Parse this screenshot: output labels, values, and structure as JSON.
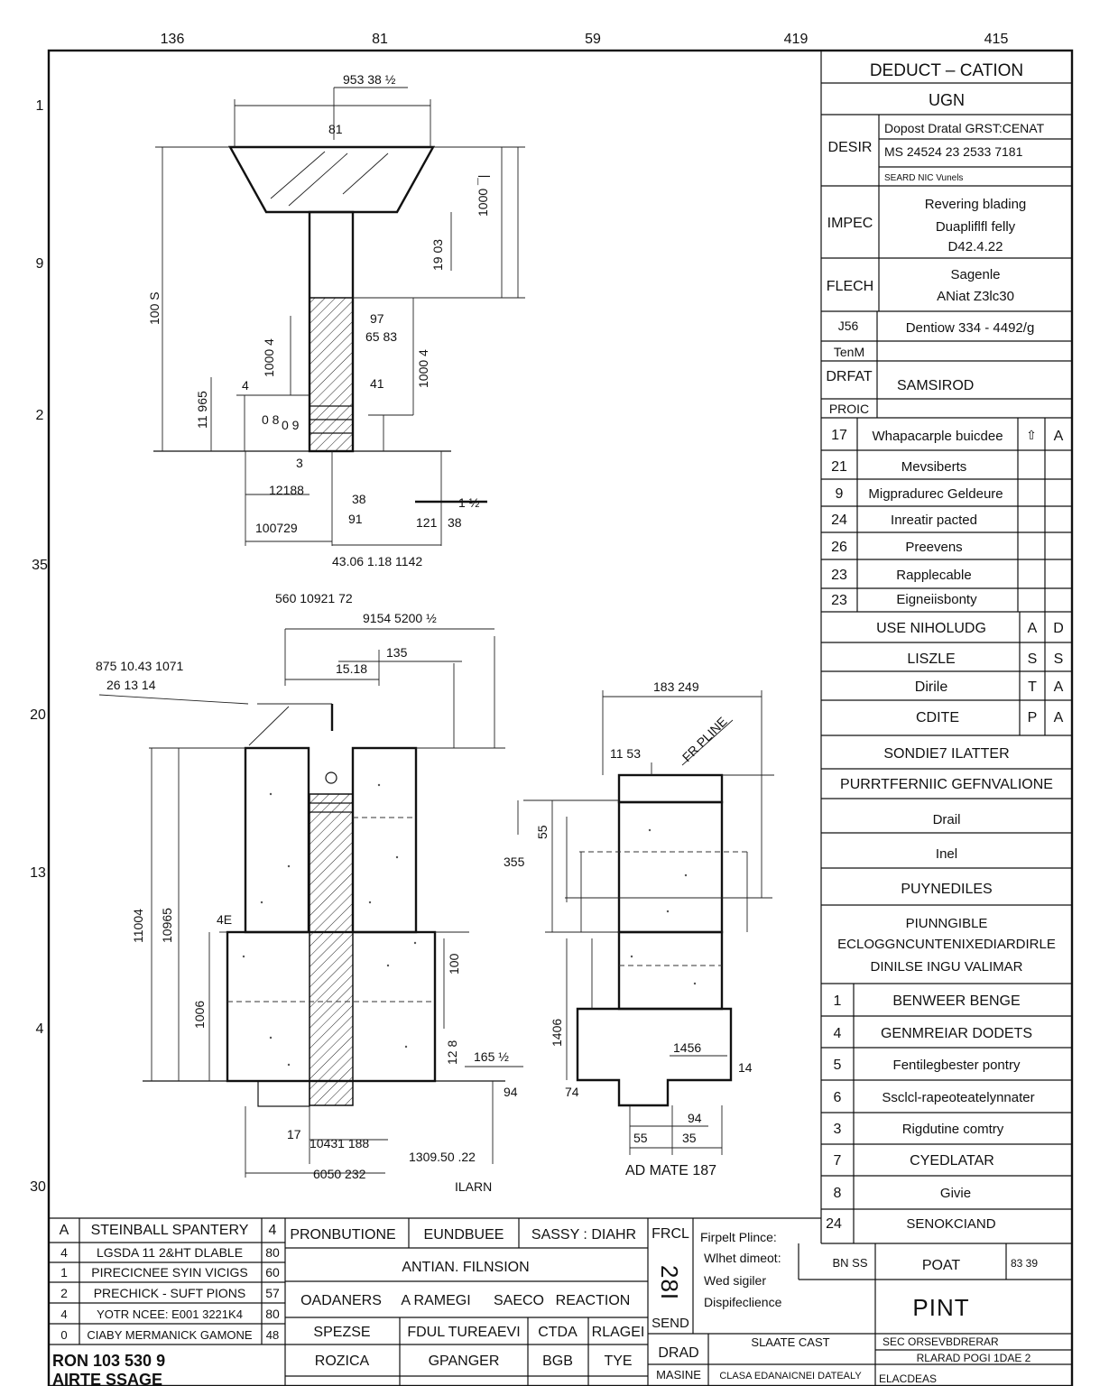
{
  "top_numbers": [
    "136",
    "81",
    "59",
    "419",
    "415"
  ],
  "side_numbers": [
    "1",
    "9",
    "2",
    "35",
    "20",
    "13",
    "4",
    "30"
  ],
  "title_block": {
    "header": "DEDUCT – CATION",
    "subheader": "UGN",
    "desir_label": "DESIR",
    "desir_lines": [
      "Dopost Dratal GRST:CENAT",
      "MS 24524  23 2533 7181",
      "SEARD NIC Vunels"
    ],
    "impec_label": "IMPEC",
    "impec_lines": [
      "Revering blading",
      "Duapliflfl felly",
      "D42.4.22"
    ],
    "flech_label": "FLECH",
    "flech_lines": [
      "Sagenle",
      "ANiat Z3lc30"
    ],
    "j56_label": "J56",
    "j56_value": "Dentiow 334 - 4492/g",
    "tenm_label": "TenM",
    "drfat_label": "DRFAT",
    "drfat_value": "SAMSIROD",
    "proic_label": "PROIC",
    "rev_rows": [
      {
        "num": "17",
        "desc": "Whapacarple buicdee",
        "c1": "⇧",
        "c2": "A"
      },
      {
        "num": "21",
        "desc": "Mevsiberts",
        "c1": "",
        "c2": ""
      },
      {
        "num": "9",
        "desc": "Migpradurec Geldeure",
        "c1": "",
        "c2": ""
      },
      {
        "num": "24",
        "desc": "Inreatir pacted",
        "c1": "",
        "c2": ""
      },
      {
        "num": "26",
        "desc": "Preevens",
        "c1": "",
        "c2": ""
      },
      {
        "num": "23",
        "desc": "Rapplecable",
        "c1": "",
        "c2": ""
      },
      {
        "num": "23",
        "desc": "Eigneiisbonty",
        "c1": "",
        "c2": ""
      }
    ],
    "use_rows": [
      {
        "label": "USE NIHOLUDG",
        "c1": "A",
        "c2": "D"
      },
      {
        "label": "LISZLE",
        "c1": "S",
        "c2": "S"
      },
      {
        "label": "Dirile",
        "c1": "T",
        "c2": "A"
      },
      {
        "label": "CDITE",
        "c1": "P",
        "c2": "A"
      }
    ],
    "notes": [
      "SONDIE7   ILATTER",
      "PURRTFERNIIC GEFNVALIONE",
      "Drail",
      "Inel",
      "PUYNEDILES"
    ],
    "note_multi": [
      "PIUNNGIBLE",
      "ECLOGGNCUNTENIXEDIARDIRLE",
      "DINILSE INGU VALIMAR"
    ],
    "parts": [
      {
        "num": "1",
        "desc": "BENWEER BENGE"
      },
      {
        "num": "4",
        "desc": "GENMREIAR DODETS"
      },
      {
        "num": "5",
        "desc": "Fentilegbester pontry"
      },
      {
        "num": "6",
        "desc": "Ssclcl-rapeoteatelynnater"
      },
      {
        "num": "3",
        "desc": "Rigdutine comtry"
      },
      {
        "num": "7",
        "desc": "CYEDLATAR"
      },
      {
        "num": "8",
        "desc": "Givie"
      },
      {
        "num": "24",
        "desc": "SENOKCIAND"
      }
    ]
  },
  "bottom_table": {
    "rows": [
      {
        "c1": "A",
        "c2": "STEINBALL SPANTERY",
        "c3": "4"
      },
      {
        "c1": "4",
        "c2": "LGSDA  11 2&HT DLABLE",
        "c3": "80"
      },
      {
        "c1": "1",
        "c2": "PIRECICNEE SYIN VICIGS",
        "c3": "60"
      },
      {
        "c1": "2",
        "c2": "PRECHICK - SUFT PIONS",
        "c3": "57"
      },
      {
        "c1": "4",
        "c2": "YOTR NCEE: E001 3221K4",
        "c3": "80"
      },
      {
        "c1": "0",
        "c2": "CIABY MERMANICK GAMONE",
        "c3": "48"
      }
    ],
    "footer_line1": "RON 103 530 9",
    "footer_line2": "AIRTE SSAGE",
    "mid_headers": [
      "PRONBUTIONE",
      "EUNDBUEE",
      "SASSY : DIAHR"
    ],
    "mid_title": "ANTIAN.  FILNSION",
    "mid_row": [
      "OADANERS",
      "A RAMEGI",
      "SAECO",
      "REACTION"
    ],
    "mid_cols": [
      "SPEZSE",
      "FDUL  TUREAEVI",
      "CTDA",
      "RLAGEI"
    ],
    "mid_vals": [
      "ROZICA",
      "GPANGER",
      "BGB",
      "TYE"
    ],
    "frcl_label": "FRCL",
    "side_code": "28I",
    "send_label": "SEND",
    "notes_lines": [
      "Firpelt Plince:",
      "Wlhet dimeot:",
      "Wed sigiler",
      "Dispifeclience"
    ],
    "bn_label": "BN SS",
    "poat_label": "POAT",
    "poat_num": "83 39",
    "pint_label": "PINT",
    "drad_label": "DRAD",
    "masine_label": "MASINE",
    "slaate_label": "SLAATE CAST",
    "clasa_label": "CLASA  EDANAICNEI DATEALY",
    "sec_label": "SEC ORSEVBDRERAR",
    "rlarad_label": "RLARAD POGI 1DAE 2",
    "elacdeas_label": "ELACDEAS"
  },
  "dimensions": {
    "top_part": [
      "953 38 ½",
      "81",
      "1000 ¯|",
      "19 03",
      "100 S",
      "11 965",
      "4",
      "1000 4",
      "97",
      "65 83",
      "41",
      "1000 4",
      "0 8",
      "0 9",
      "3",
      "12188",
      "100729",
      "38",
      "91",
      "121",
      "38",
      "1 ½",
      "43.06 1.18 1142"
    ],
    "mid_part": [
      "560 10921 72",
      "9154 5200 ½",
      "135",
      "15.18",
      "875 10.43 1071",
      "26 13 14",
      "11 53",
      "183 249",
      "FR PLINE"
    ],
    "bottom_part": [
      "11004",
      "10965",
      "4E",
      "1006",
      "100",
      "12 8",
      "165 ½",
      "94",
      "17",
      "10431 188",
      "1309.50 .22",
      "6050 232",
      "ILARN",
      "355",
      "55",
      "1406",
      "74",
      "1456",
      "14",
      "94",
      "55",
      "35",
      "AD MATE 187"
    ]
  }
}
